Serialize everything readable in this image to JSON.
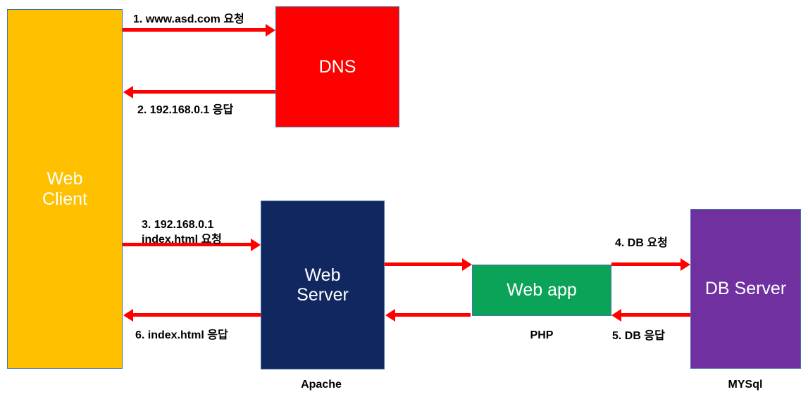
{
  "diagram": {
    "title": "Web request flow diagram",
    "nodes": [
      {
        "id": "web-client",
        "label": "Web\nClient",
        "color": "#ffc000",
        "caption": ""
      },
      {
        "id": "dns",
        "label": "DNS",
        "color": "#ff0000",
        "caption": ""
      },
      {
        "id": "web-server",
        "label": "Web\nServer",
        "color": "#10275f",
        "caption": "Apache"
      },
      {
        "id": "web-app",
        "label": "Web app",
        "color": "#0aa358",
        "caption": "PHP"
      },
      {
        "id": "db-server",
        "label": "DB Server",
        "color": "#7030a0",
        "caption": "MYSql"
      }
    ],
    "captions": {
      "apache": "Apache",
      "mysql": "MYSql",
      "php": "PHP"
    },
    "arrow_color": "#ff0000",
    "flows": [
      {
        "step": 1,
        "label": "1. www.asd.com 요청",
        "from": "web-client",
        "to": "dns",
        "direction": "right"
      },
      {
        "step": 2,
        "label": "2. 192.168.0.1 응답",
        "from": "dns",
        "to": "web-client",
        "direction": "left"
      },
      {
        "step": 3,
        "label": "3. 192.168.0.1\nindex.html 요청",
        "from": "web-client",
        "to": "web-server",
        "direction": "right"
      },
      {
        "step": 4,
        "label": "4. DB 요청",
        "from": "web-app",
        "to": "db-server",
        "direction": "right"
      },
      {
        "step": 5,
        "label": "5. DB 응답",
        "from": "db-server",
        "to": "web-app",
        "direction": "left"
      },
      {
        "step": 6,
        "label": "6. index.html 응답",
        "from": "web-server",
        "to": "web-client",
        "direction": "left"
      }
    ],
    "unlabeled_flows": [
      {
        "from": "web-server",
        "to": "web-app",
        "direction": "right"
      },
      {
        "from": "web-app",
        "to": "web-server",
        "direction": "left"
      }
    ]
  }
}
